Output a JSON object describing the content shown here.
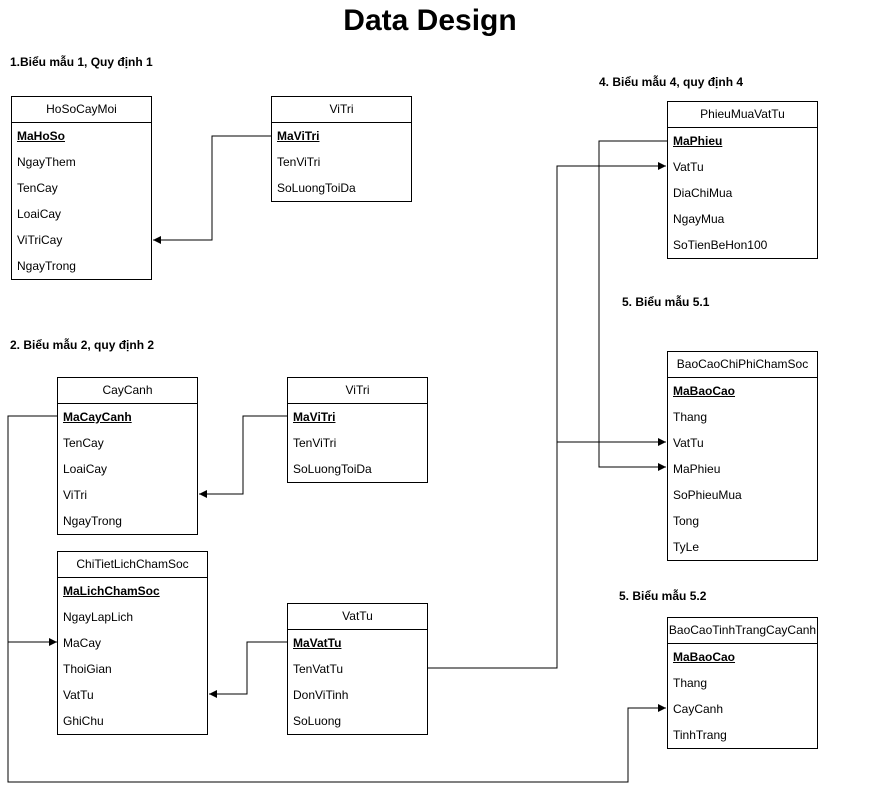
{
  "title": "Data Design",
  "sections": [
    {
      "id": "s1",
      "text": "1.Biểu mẫu 1, Quy định 1"
    },
    {
      "id": "s2",
      "text": "2. Biểu mẫu 2, quy định 2"
    },
    {
      "id": "s4",
      "text": "4. Biểu mẫu 4, quy định 4"
    },
    {
      "id": "s51",
      "text": "5. Biểu mẫu 5.1"
    },
    {
      "id": "s52",
      "text": "5. Biểu mẫu 5.2"
    }
  ],
  "tables": [
    {
      "id": "hosocaymoi",
      "name": "HoSoCayMoi",
      "fields": [
        "MaHoSo",
        "NgayThem",
        "TenCay",
        "LoaiCay",
        "ViTriCay",
        "NgayTrong"
      ],
      "pk": "MaHoSo"
    },
    {
      "id": "vitri1",
      "name": "ViTri",
      "fields": [
        "MaViTri",
        "TenViTri",
        "SoLuongToiDa"
      ],
      "pk": "MaViTri"
    },
    {
      "id": "caycanh",
      "name": "CayCanh",
      "fields": [
        "MaCayCanh",
        "TenCay",
        "LoaiCay",
        "ViTri",
        "NgayTrong"
      ],
      "pk": "MaCayCanh"
    },
    {
      "id": "vitri2",
      "name": "ViTri",
      "fields": [
        "MaViTri",
        "TenViTri",
        "SoLuongToiDa"
      ],
      "pk": "MaViTri"
    },
    {
      "id": "chitietlichchamsoc",
      "name": "ChiTietLichChamSoc",
      "fields": [
        "MaLichChamSoc",
        "NgayLapLich",
        "MaCay",
        "ThoiGian",
        "VatTu",
        "GhiChu"
      ],
      "pk": "MaLichChamSoc"
    },
    {
      "id": "vattu",
      "name": "VatTu",
      "fields": [
        "MaVatTu",
        "TenVatTu",
        "DonViTinh",
        "SoLuong"
      ],
      "pk": "MaVatTu"
    },
    {
      "id": "phieumuavattu",
      "name": "PhieuMuaVatTu",
      "fields": [
        "MaPhieu",
        "VatTu",
        "DiaChiMua",
        "NgayMua",
        "SoTienBeHon100"
      ],
      "pk": "MaPhieu"
    },
    {
      "id": "baocaochiphichamsoc",
      "name": "BaoCaoChiPhiChamSoc",
      "fields": [
        "MaBaoCao",
        "Thang",
        "VatTu",
        "MaPhieu",
        "SoPhieuMua",
        "Tong",
        "TyLe"
      ],
      "pk": "MaBaoCao"
    },
    {
      "id": "baocaotinhtrangcaycanh",
      "name": "BaoCaoTinhTrangCayCanh",
      "fields": [
        "MaBaoCao",
        "Thang",
        "CayCanh",
        "TinhTrang"
      ],
      "pk": "MaBaoCao"
    }
  ]
}
